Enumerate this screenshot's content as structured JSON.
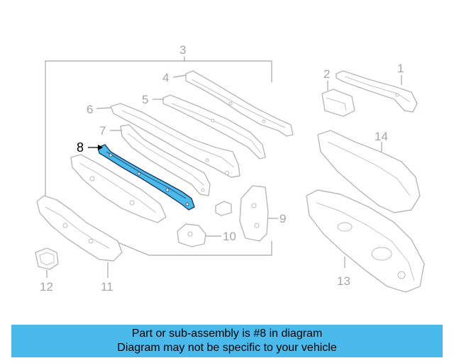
{
  "diagram": {
    "highlight_color": "#4ab9ec",
    "line_color": "#b9b9b9",
    "callouts": {
      "c1": "1",
      "c2": "2",
      "c3": "3",
      "c4": "4",
      "c5": "5",
      "c6": "6",
      "c7": "7",
      "c8": "8",
      "c9": "9",
      "c10": "10",
      "c11": "11",
      "c12": "12",
      "c13": "13",
      "c14": "14"
    },
    "highlighted_part": "8"
  },
  "banner": {
    "line1": "Part or sub-assembly is #8 in diagram",
    "line2": "Diagram may not be specific to your vehicle",
    "background": "#4ab9ec"
  }
}
